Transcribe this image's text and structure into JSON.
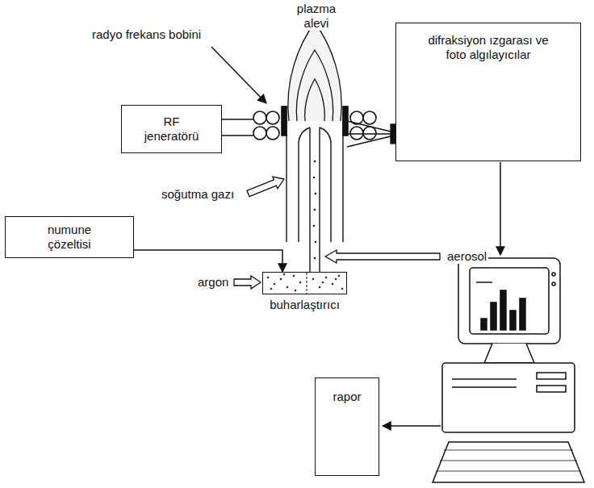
{
  "diagram": {
    "nodes": [
      {
        "text": [
          "difraksiyon ızgarası ve foto algılayıcılar"
        ]
      },
      {
        "text": [
          "RF jeneratörü"
        ]
      },
      {
        "text": [
          "numune çözeltisi"
        ]
      },
      {
        "text": [
          "buharlaştırıcı"
        ]
      },
      {
        "text": [
          "rapor"
        ]
      }
    ],
    "edges": [
      {
        "from": 2,
        "to": 3,
        "arrow": "to"
      }
    ],
    "labels": [
      "plazma alevi",
      "radyo frekans bobini",
      "soğutma gazı",
      "aerosol",
      "argon"
    ]
  }
}
